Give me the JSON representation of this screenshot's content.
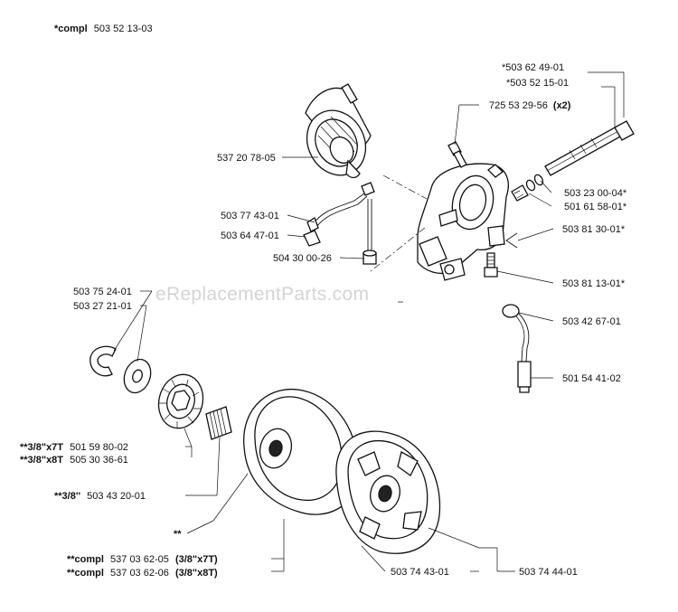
{
  "header": {
    "prefix": "*compl",
    "number": "503 52 13-03"
  },
  "watermark": "eReplacementParts.com",
  "labels": {
    "p1": "*503 62 49-01",
    "p2": "*503 52 15-01",
    "p3_num": "725 53 29-56",
    "p3_qty": "(x2)",
    "p4": "537 20 78-05",
    "p5": "503 23 00-04*",
    "p6": "501 61 58-01*",
    "p7": "503 77 43-01",
    "p8": "503 64 47-01",
    "p9": "503 81 30-01*",
    "p10": "504 30 00-26",
    "p11": "503 81 13-01*",
    "p12": "503 75 24-01",
    "p13": "503 27 21-01",
    "p14": "503 42 67-01",
    "p15": "501 54 41-02",
    "p16_pre": "**3/8\"x7T",
    "p16_num": "501 59 80-02",
    "p17_pre": "**3/8\"x8T",
    "p17_num": "505 30 36-61",
    "p18_pre": "**3/8''",
    "p18_num": "503 43 20-01",
    "p19": "**",
    "p20_pre": "**compl",
    "p20_num": "537 03 62-05",
    "p20_suf": "(3/8\"x7T)",
    "p21_pre": "**compl",
    "p21_num": "537 03 62-06",
    "p21_suf": "(3/8\"x8T)",
    "p22": "503 74 43-01",
    "p23": "503 74 44-01"
  }
}
